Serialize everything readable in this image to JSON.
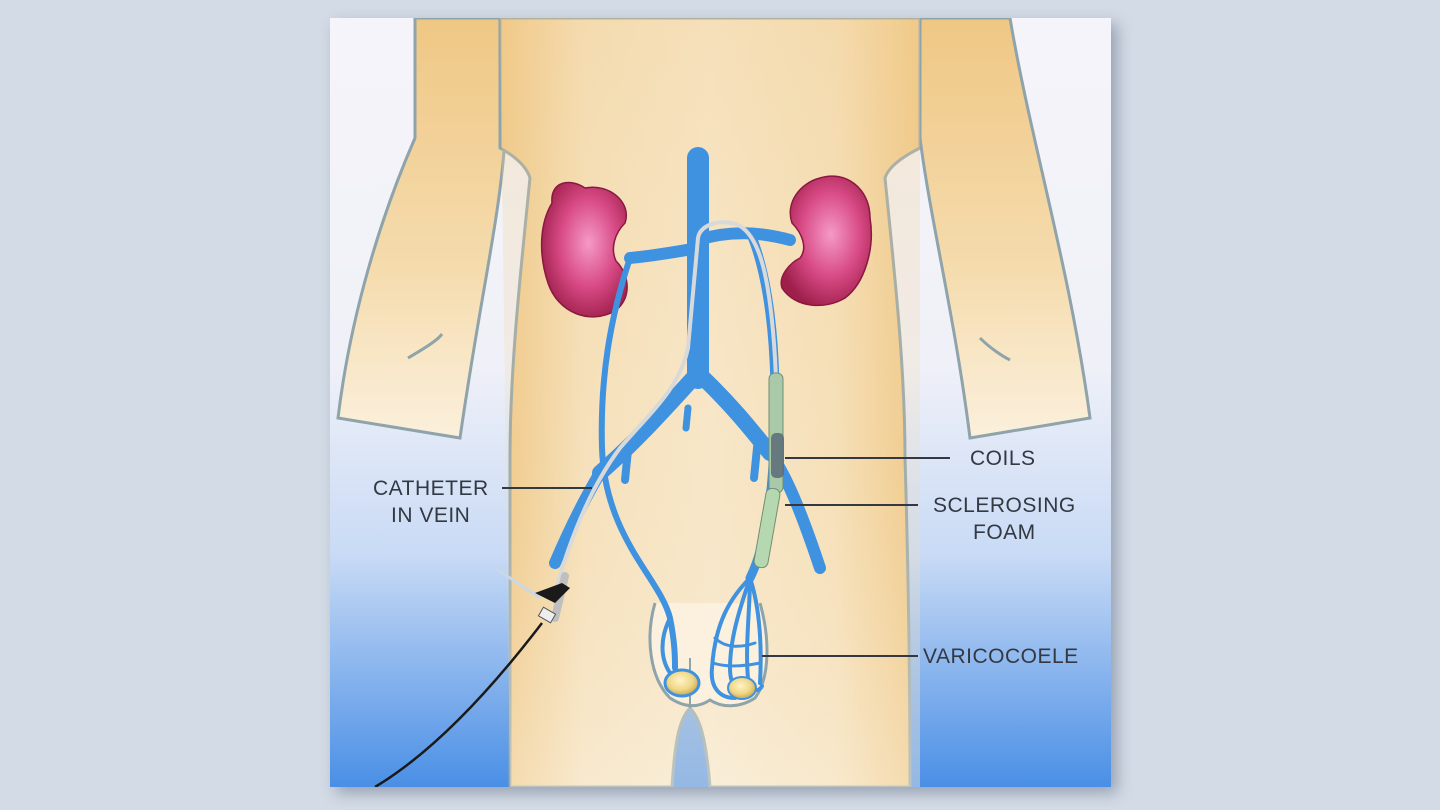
{
  "diagram": {
    "labels": {
      "coils": "COILS",
      "sclerosing_line1": "SCLEROSING",
      "sclerosing_line2": "FOAM",
      "catheter_line1": "CATHETER",
      "catheter_line2": "IN VEIN",
      "varicocoele": "VARICOCOELE"
    },
    "colors": {
      "page_background": "#d3dbe6",
      "skin": "#f0c98a",
      "vein": "#3f92e0",
      "kidney": "#c93265",
      "background_top": "#f4f3fa",
      "background_bottom": "#4a90e8",
      "outline": "#8a9ea5"
    }
  }
}
